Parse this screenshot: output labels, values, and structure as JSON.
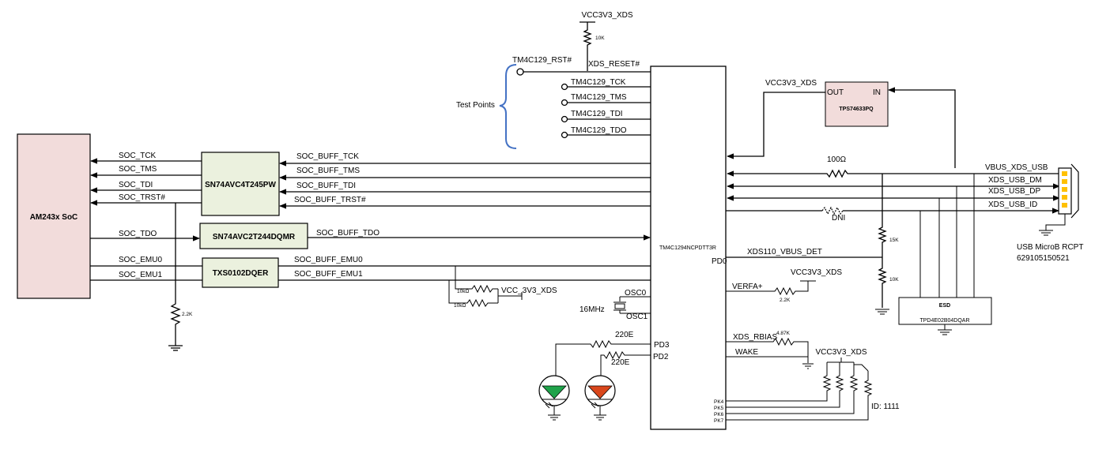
{
  "blocks": {
    "soc": "AM243x SoC",
    "buf1": "SN74AVC4T245PW",
    "buf2": "SN74AVC2T244DQMR",
    "buf3": "TXS0102DQER",
    "mcu": "TM4C1294NCPDTT3R",
    "ldo": "TPS74633PQ",
    "esd": "ESD",
    "esd_part": "TPD4E02B04DQAR"
  },
  "soc_nets": [
    "SOC_TCK",
    "SOC_TMS",
    "SOC_TDI",
    "SOC_TRST#",
    "SOC_TDO",
    "SOC_EMU0",
    "SOC_EMU1"
  ],
  "buff_nets": [
    "SOC_BUFF_TCK",
    "SOC_BUFF_TMS",
    "SOC_BUFF_TDI",
    "SOC_BUFF_TRST#",
    "SOC_BUFF_TDO",
    "SOC_BUFF_EMU0",
    "SOC_BUFF_EMU1"
  ],
  "test_points": {
    "label": "Test Points",
    "rst": "TM4C129_RST#",
    "reset_net": "XDS_RESET#",
    "items": [
      "TM4C129_TCK",
      "TM4C129_TMS",
      "TM4C129_TDI",
      "TM4C129_TDO"
    ]
  },
  "power": {
    "vcc_top": "VCC3V3_XDS",
    "vcc_ldo": "VCC3V3_XDS",
    "vcc_mid": "VCC_3V3_XDS",
    "vcc_verfa": "VCC3V3_XDS",
    "vcc_id": "VCC3V3_XDS"
  },
  "resistors": {
    "r_reset": "10K",
    "r_pd1": "2.2K",
    "r_emu_a": "10kΩ",
    "r_emu_b": "10kΩ",
    "r_vbus": "100Ω",
    "r_dni": "DNI",
    "r_div_top": "15K",
    "r_div_bot": "10K",
    "r_verfa": "2.2K",
    "r_rbias": "4.87K",
    "r_led1": "220E",
    "r_led2": "220E"
  },
  "ldo_pins": {
    "out": "OUT",
    "in": "IN"
  },
  "mcu_pins": {
    "osc0": "OSC0",
    "osc1": "OSC1",
    "pd3": "PD3",
    "pd2": "PD2",
    "pd0": "PD0",
    "pk4": "PK4",
    "pk5": "PK5",
    "pk6": "PK6",
    "pk7": "PK7"
  },
  "crystal": "16MHz",
  "right_nets": {
    "vbus": "VBUS_XDS_USB",
    "dm": "XDS_USB_DM",
    "dp": "XDS_USB_DP",
    "id": "XDS_USB_ID",
    "vbus_det": "XDS110_VBUS_DET",
    "verfa": "VERFA+",
    "rbias": "XDS_RBIAS",
    "wake": "WAKE",
    "id_value": "ID: 1111"
  },
  "usb": {
    "name": "USB MicroB RCPT",
    "part": "629105150521"
  },
  "colors": {
    "soc_fill": "#f2dcdb",
    "buf_fill": "#ebf1de",
    "ldo_fill": "#f2dcdb",
    "bracket": "#4472c4",
    "led_green": "#1fa34a",
    "led_red": "#d9471c",
    "usb_pin": "#ffc000"
  }
}
